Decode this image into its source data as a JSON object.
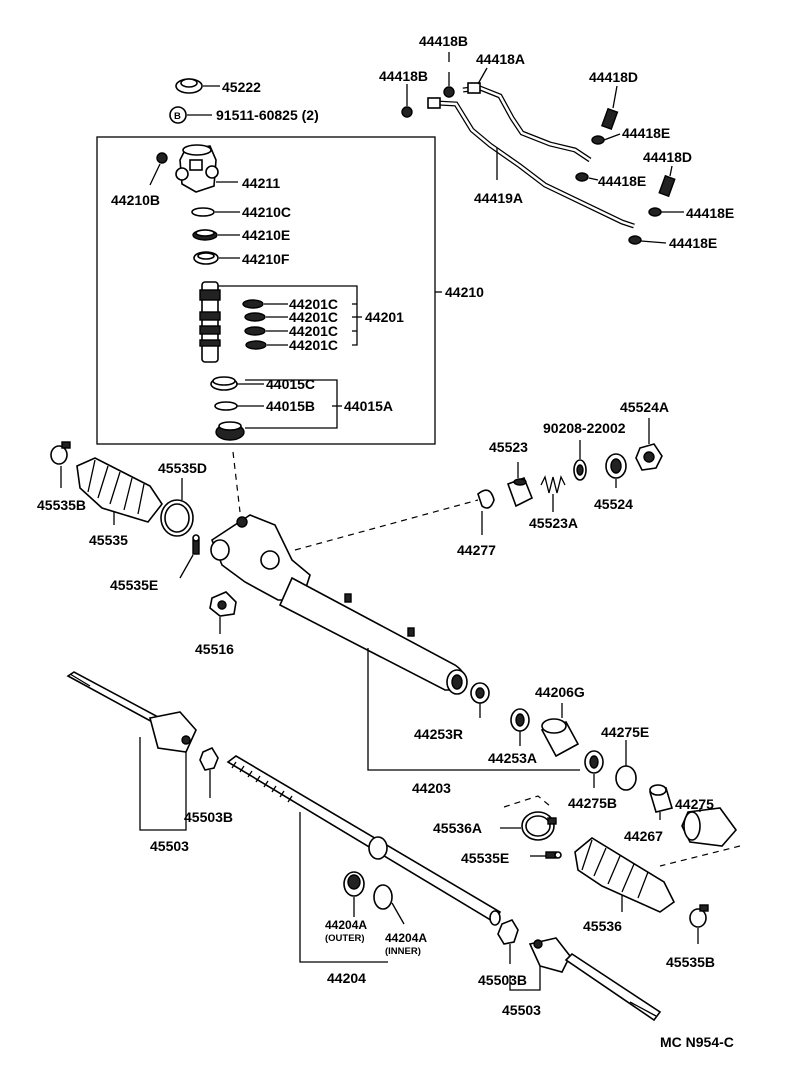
{
  "labels": {
    "p45222": "45222",
    "p91511": "91511-60825 (2)",
    "pB": "B",
    "p44418B_top": "44418B",
    "p44418A": "44418A",
    "p44418B_left": "44418B",
    "p44418D_1": "44418D",
    "p44418E_1": "44418E",
    "p44418D_2": "44418D",
    "p44418E_2": "44418E",
    "p44418E_3": "44418E",
    "p44418E_4": "44418E",
    "p44419A": "44419A",
    "p44210B": "44210B",
    "p44211": "44211",
    "p44210C": "44210C",
    "p44210E": "44210E",
    "p44210F": "44210F",
    "p44210": "44210",
    "p44201C_1": "44201C",
    "p44201C_2": "44201C",
    "p44201C_3": "44201C",
    "p44201C_4": "44201C",
    "p44201": "44201",
    "p44015C": "44015C",
    "p44015B": "44015B",
    "p44015A": "44015A",
    "p90208": "90208-22002",
    "p45524A": "45524A",
    "p45523": "45523",
    "p45524": "45524",
    "p45523A": "45523A",
    "p44277": "44277",
    "p45535D": "45535D",
    "p45535B_top": "45535B",
    "p45535": "45535",
    "p45535E_top": "45535E",
    "p45516": "45516",
    "p44206G": "44206G",
    "p44253R": "44253R",
    "p44253A": "44253A",
    "p44275E": "44275E",
    "p44203": "44203",
    "p44275B": "44275B",
    "p44275": "44275",
    "p44267": "44267",
    "p45503B_top": "45503B",
    "p45503_top": "45503",
    "p45536A": "45536A",
    "p45535E_bot": "45535E",
    "p45536": "45536",
    "p44204A_outer": "44204A",
    "p44204A_outer_sub": "(OUTER)",
    "p44204A_inner": "44204A",
    "p44204A_inner_sub": "(INNER)",
    "p44204": "44204",
    "p45503B_bot": "45503B",
    "p45503_bot": "45503",
    "p45535B_bot": "45535B",
    "code": "MC  N954-C"
  }
}
